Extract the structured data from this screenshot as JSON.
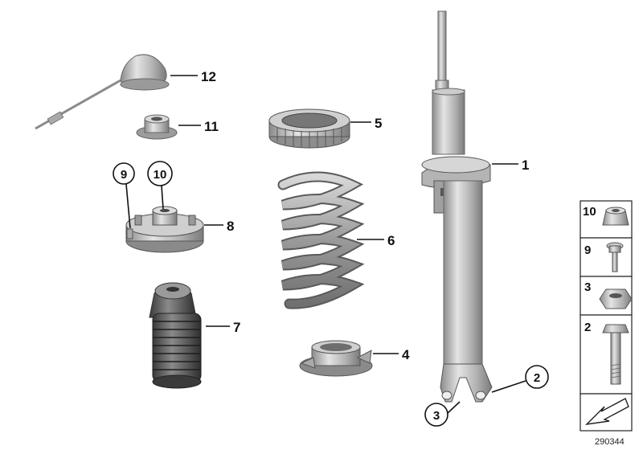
{
  "diagram": {
    "callouts": {
      "p1": "1",
      "p2": "2",
      "p3": "3",
      "p4": "4",
      "p5": "5",
      "p6": "6",
      "p7": "7",
      "p8": "8",
      "p9": "9",
      "p10": "10",
      "p11": "11",
      "p12": "12"
    },
    "side_panel": {
      "items": [
        "10",
        "9",
        "3",
        "2"
      ]
    },
    "document_number": "290344"
  }
}
